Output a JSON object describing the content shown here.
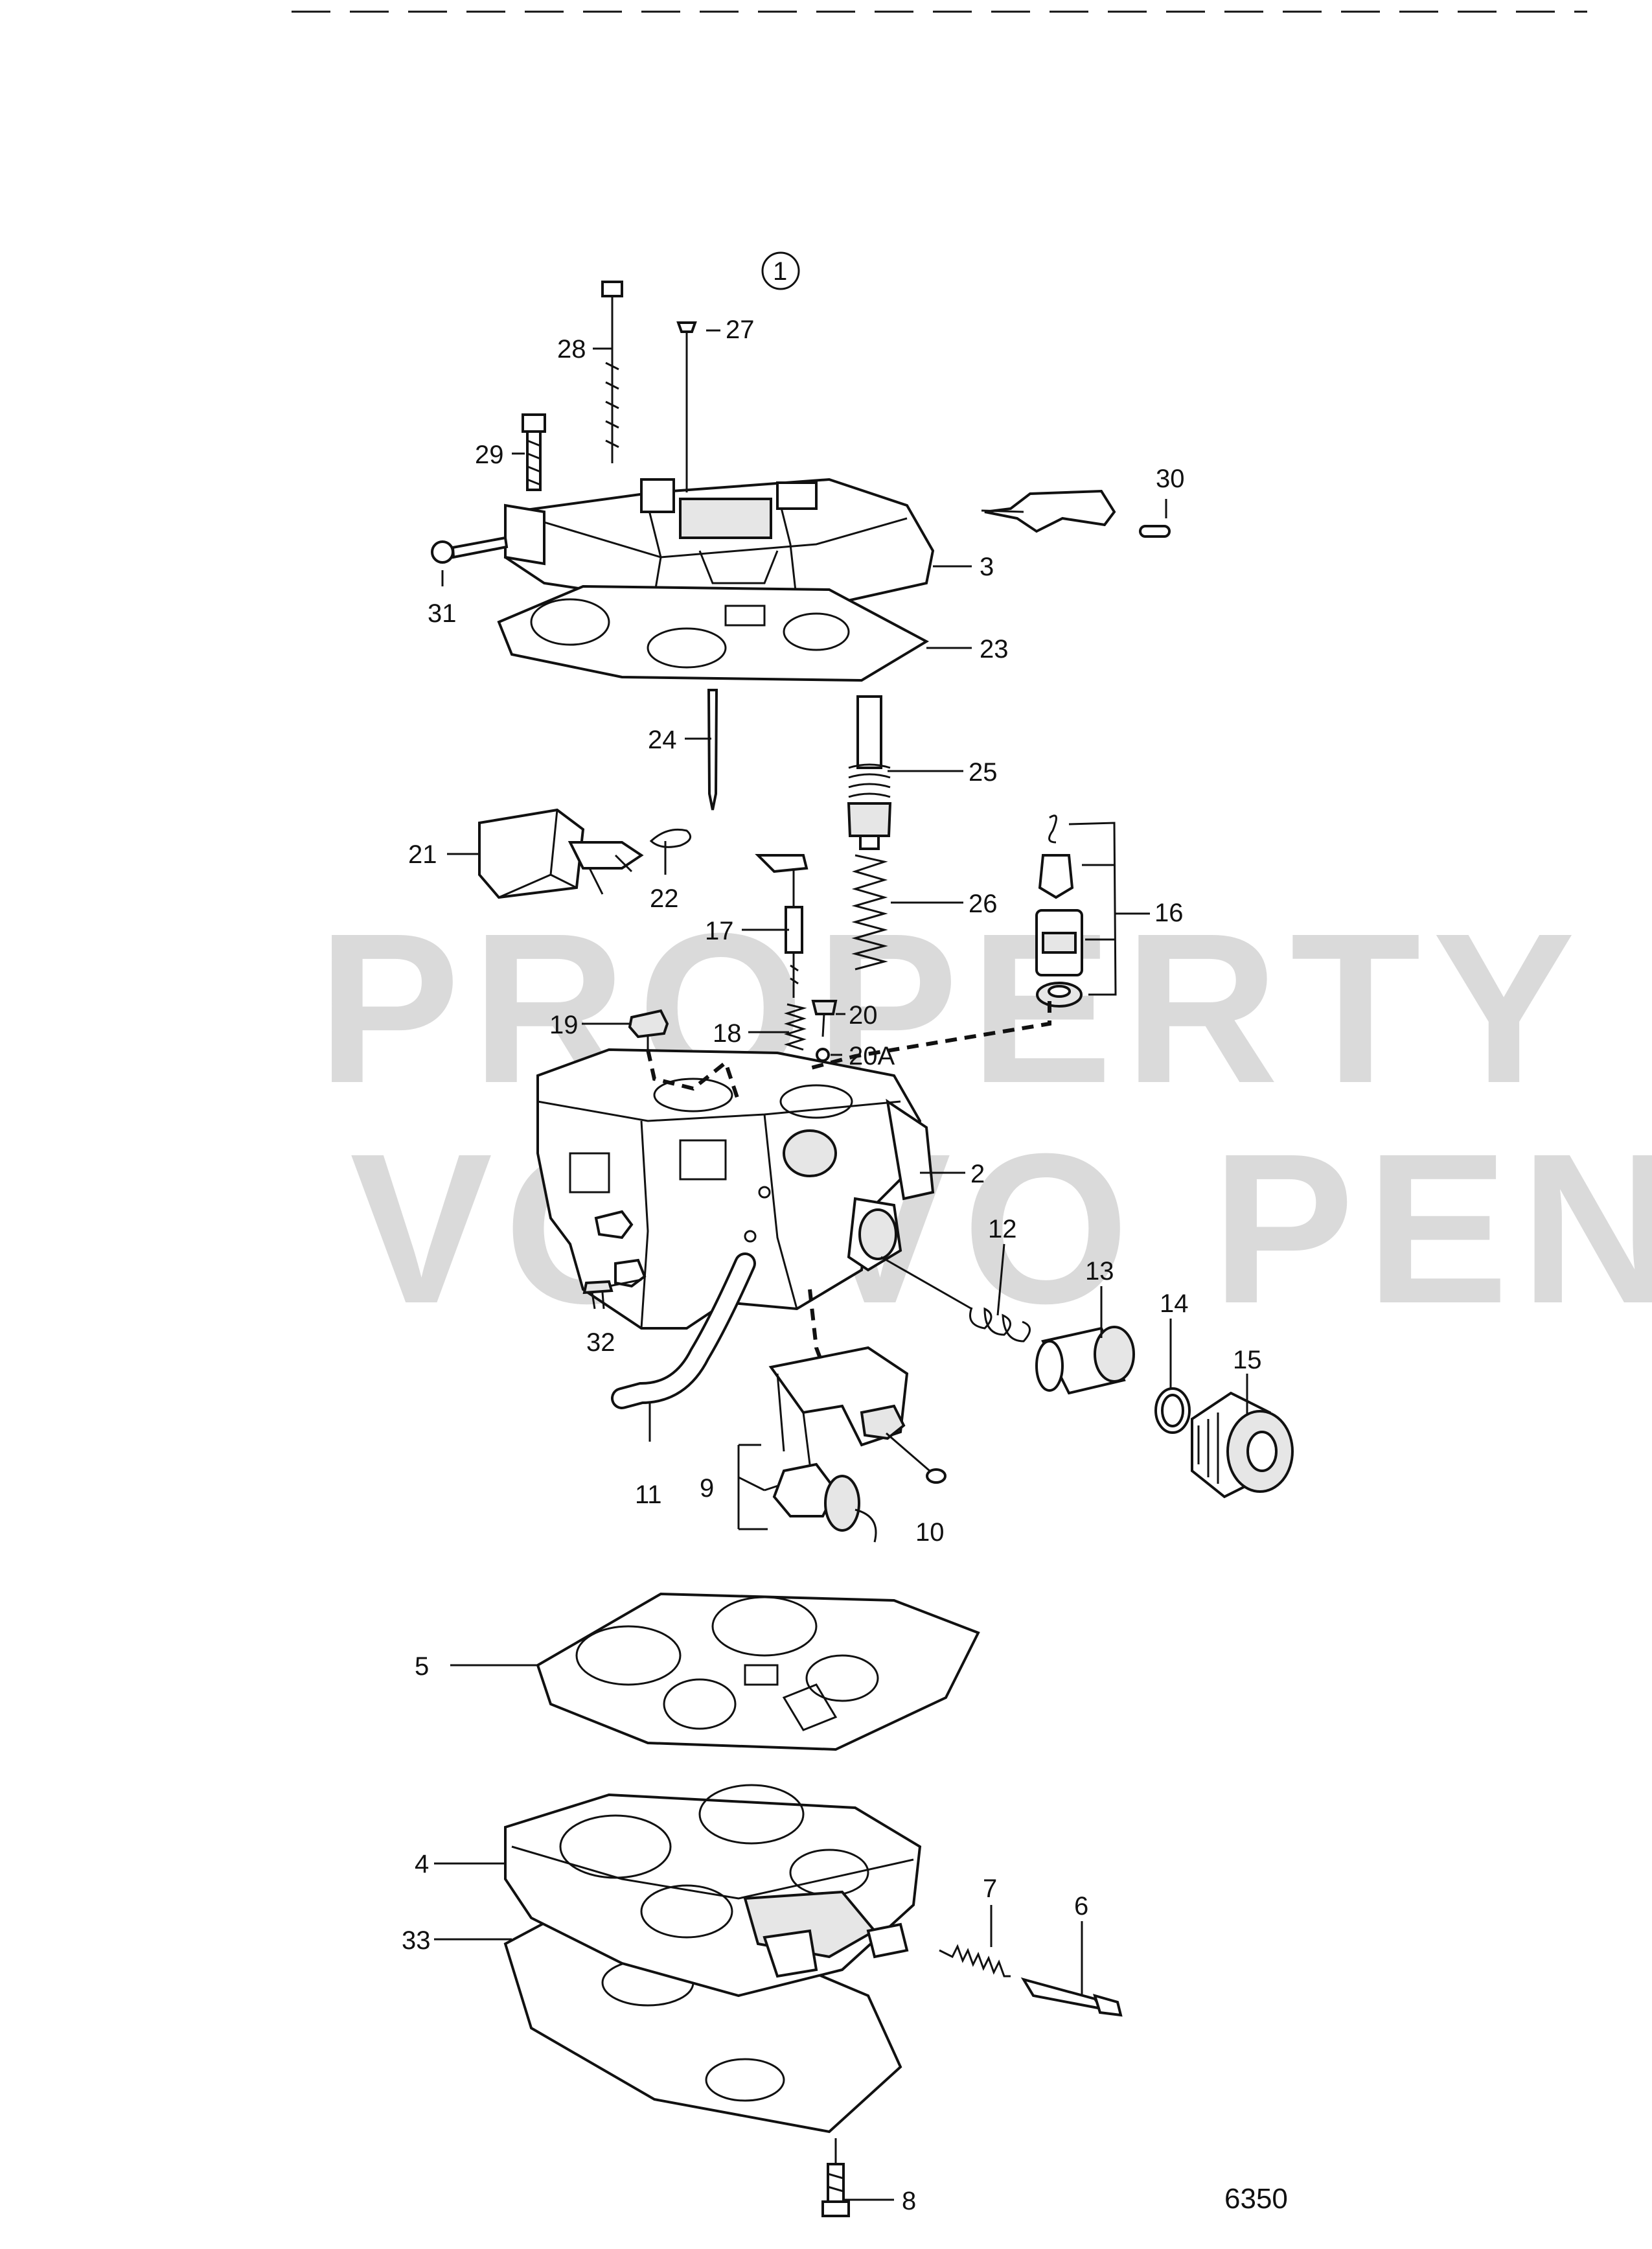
{
  "group_marker": "1",
  "figure_number": "6350",
  "watermark": {
    "line1": "PROPERTY OF",
    "line2": "VOLVO PENTA"
  },
  "labels": {
    "p1": "1",
    "p2": "2",
    "p3": "3",
    "p4": "4",
    "p5": "5",
    "p6": "6",
    "p7": "7",
    "p8": "8",
    "p9": "9",
    "p10": "10",
    "p11": "11",
    "p12": "12",
    "p13": "13",
    "p14": "14",
    "p15": "15",
    "p16": "16",
    "p17": "17",
    "p18": "18",
    "p19": "19",
    "p20": "20",
    "p20a": "20A",
    "p21": "21",
    "p22": "22",
    "p23": "23",
    "p24": "24",
    "p25": "25",
    "p26": "26",
    "p27": "27",
    "p28": "28",
    "p29": "29",
    "p30": "30",
    "p31": "31",
    "p32": "32",
    "p33": "33"
  }
}
